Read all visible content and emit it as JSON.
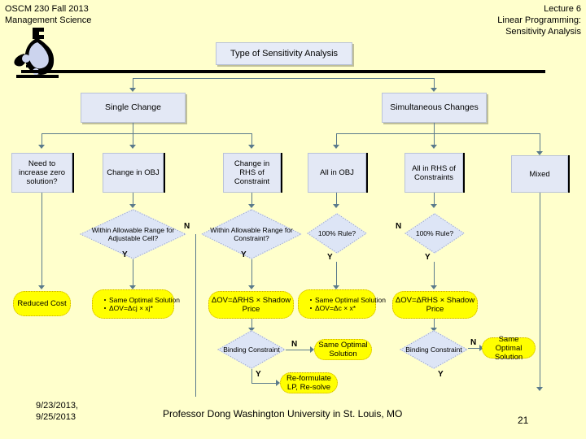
{
  "header": {
    "left_line1": "OSCM 230 Fall 2013",
    "left_line2": "Management Science",
    "right_line1": "Lecture 6",
    "right_line2": "Linear Programming:",
    "right_line3": "Sensitivity Analysis"
  },
  "flowchart": {
    "title_box": "Type of Sensitivity Analysis",
    "branch_single": "Single Change",
    "branch_simultaneous": "Simultaneous Changes",
    "cat_need_zero": "Need to increase zero solution?",
    "cat_change_obj": "Change in OBJ",
    "cat_change_rhs": "Change in RHS of Constraint",
    "cat_all_obj": "All in OBJ",
    "cat_all_rhs": "All in RHS of Constraints",
    "cat_mixed": "Mixed",
    "dec_allowable_adjustable": "Within Allowable Range for Adjustable Cell?",
    "dec_allowable_constraint": "Within Allowable Range for Constraint?",
    "dec_rule_mid": "100% Rule?",
    "dec_rule_right": "100% Rule?",
    "dec_binding_mid": "Binding Constraint",
    "dec_binding_right": "Binding Constraint",
    "res_reduced_cost": "Reduced Cost",
    "res_same_optimal": "Same Optimal Solution",
    "res_delta_obj": "ΔOV=Δcj × xj*",
    "res_delta_obj_simul": "ΔOV=Δc × x*",
    "res_shadow_mid": "ΔOV=ΔRHS × Shadow Price",
    "res_shadow_right": "ΔOV=ΔRHS × Shadow Price",
    "res_same_optimal_mid": "Same Optimal Solution",
    "res_same_optimal_right": "Same Optimal Solution",
    "res_reformulate": "Re-formulate LP, Re-solve",
    "label_y": "Y",
    "label_n": "N",
    "label_y2": "Y",
    "label_n2": "N",
    "label_y3": "Y",
    "label_y4": "Y",
    "label_n3": "N",
    "label_y5": "Y",
    "label_n4": "N",
    "label_y6": "Y"
  },
  "footer": {
    "date": "9/23/2013, 9/25/2013",
    "date_line1": "9/23/2013,",
    "date_line2": "9/25/2013",
    "center": "Professor Dong Washington University in St. Louis, MO",
    "page": "21"
  },
  "colors": {
    "background": "#ffffcc",
    "process_box": "#e3e8f5",
    "decision_box": "#dde5f6",
    "result_pill": "#ffff00",
    "connector": "#5a7a8c",
    "rule": "#000000"
  }
}
